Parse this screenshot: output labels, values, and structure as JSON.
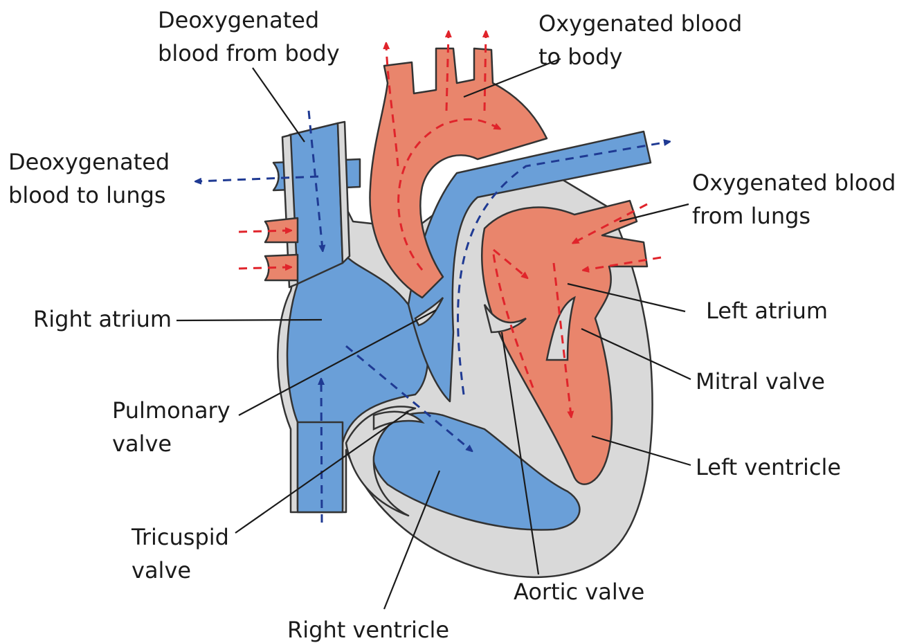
{
  "colors": {
    "deoxygenated": "#6a9fd8",
    "oxygenated": "#e9856c",
    "wall": "#d9d9d9",
    "flow_blue": "#1f3a93",
    "flow_red": "#e0242b"
  },
  "labels": {
    "deoxy_from_body": [
      "Deoxygenated",
      "blood from body"
    ],
    "oxy_to_body": [
      "Oxygenated blood",
      "to body"
    ],
    "deoxy_to_lungs": [
      "Deoxygenated",
      "blood to lungs"
    ],
    "oxy_from_lungs": [
      "Oxygenated blood",
      "from lungs"
    ],
    "right_atrium": "Right atrium",
    "left_atrium": "Left atrium",
    "pulmonary_valve": [
      "Pulmonary",
      "valve"
    ],
    "mitral_valve": "Mitral valve",
    "left_ventricle": "Left ventricle",
    "tricuspid_valve": [
      "Tricuspid",
      "valve"
    ],
    "aortic_valve": "Aortic valve",
    "right_ventricle": "Right ventricle"
  }
}
